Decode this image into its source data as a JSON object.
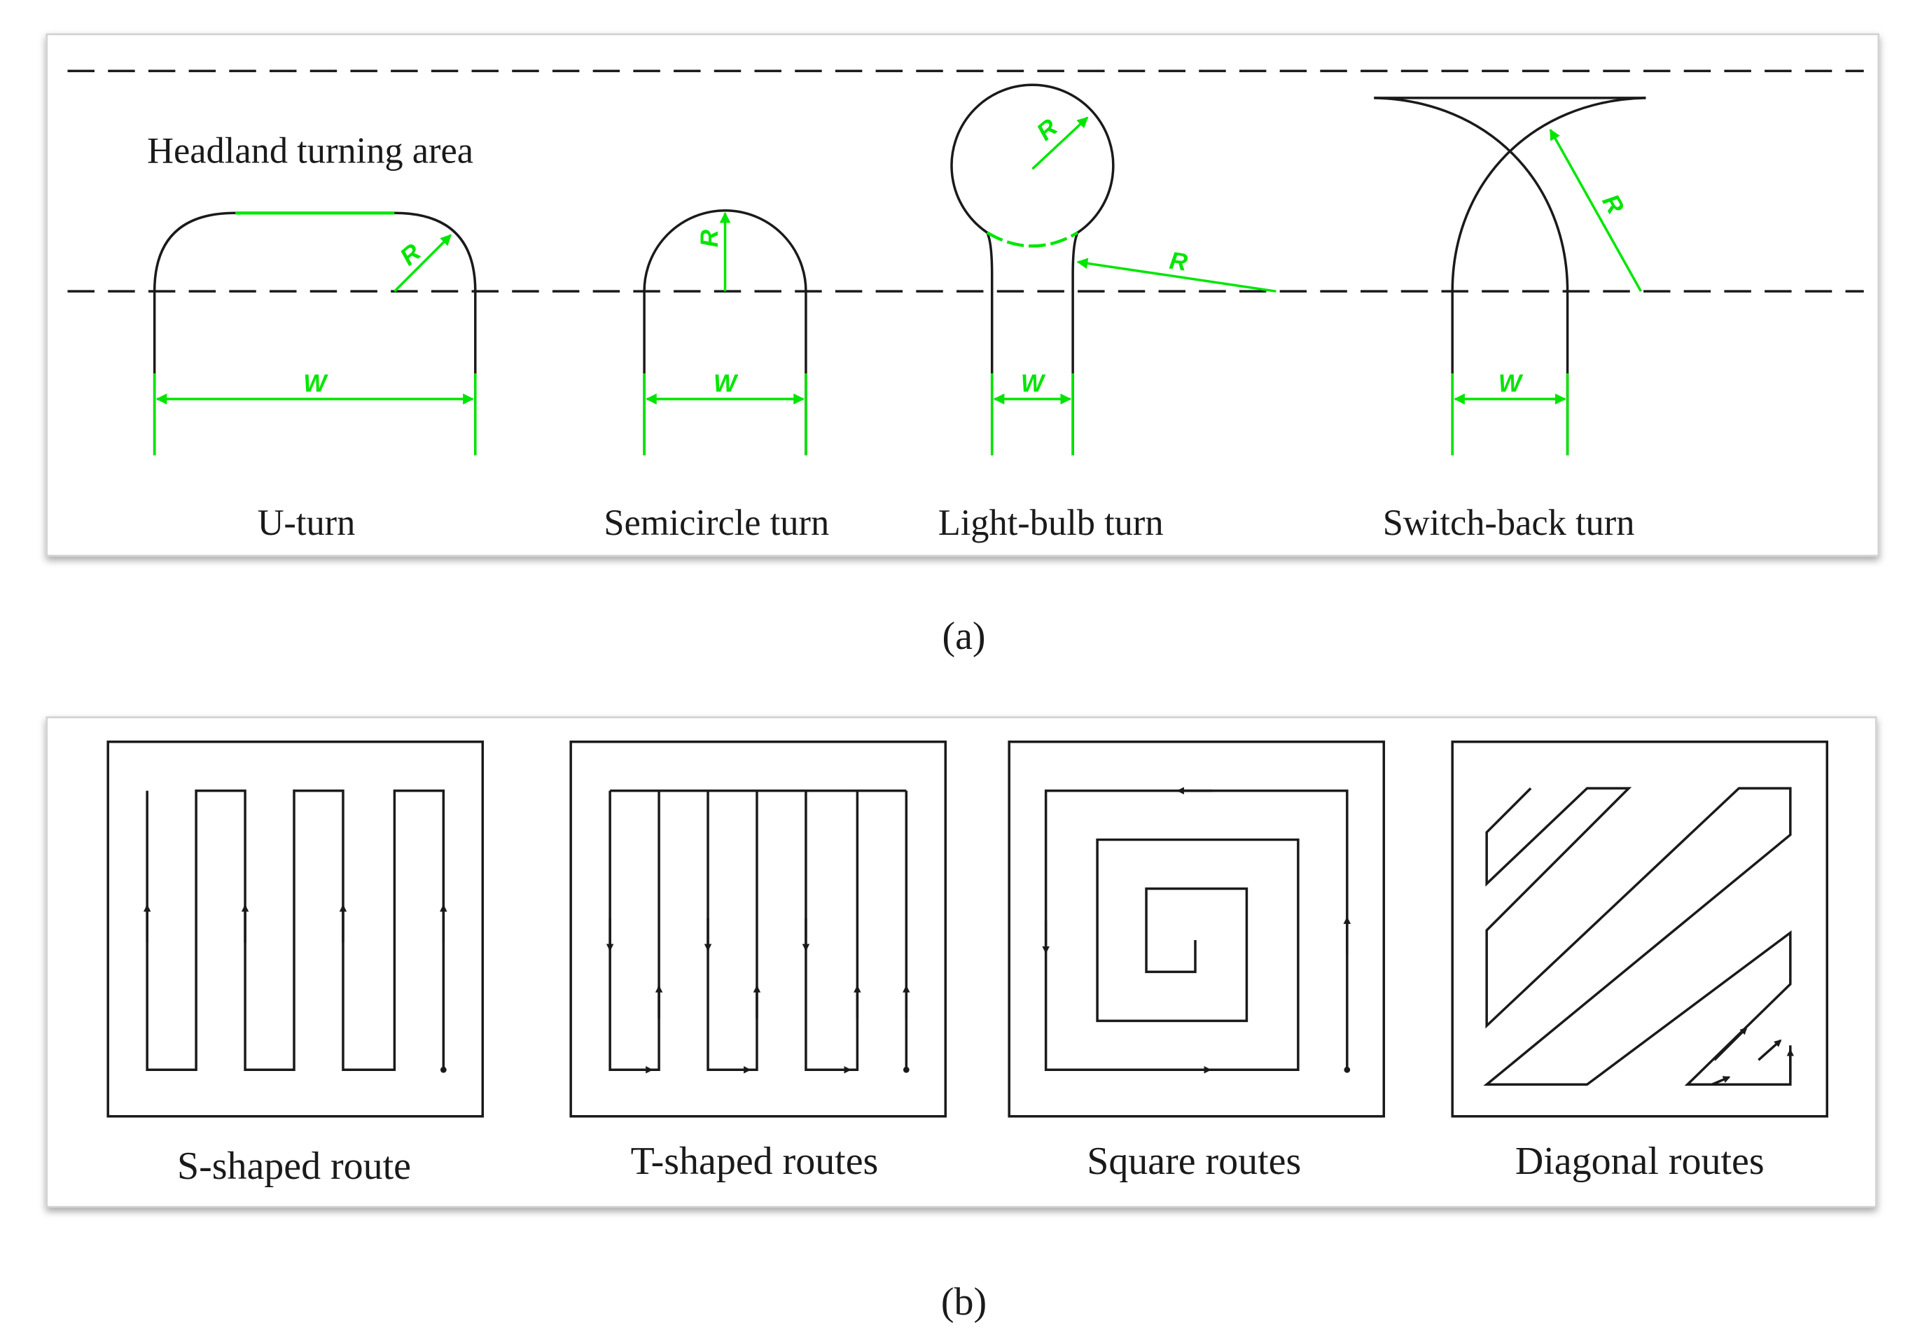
{
  "panel_a": {
    "region_label": "Headland turning area",
    "caption": "(a)",
    "turns": [
      {
        "name": "U-turn",
        "radius_label": "R",
        "width_label": "W"
      },
      {
        "name": "Semicircle turn",
        "radius_label": "R",
        "width_label": "W"
      },
      {
        "name": "Light-bulb turn",
        "radius_label": "R",
        "width_label": "W",
        "second_radius_label": "R"
      },
      {
        "name": "Switch-back turn",
        "radius_label": "R",
        "width_label": "W"
      }
    ]
  },
  "panel_b": {
    "caption": "(b)",
    "routes": [
      {
        "name": "S-shaped route"
      },
      {
        "name": "T-shaped routes"
      },
      {
        "name": "Square routes"
      },
      {
        "name": "Diagonal routes"
      }
    ]
  },
  "colors": {
    "line": "#1a1a1a",
    "dimension": "#00e600",
    "panel_border": "#cfcfcf",
    "panel_bg": "#ffffff"
  }
}
